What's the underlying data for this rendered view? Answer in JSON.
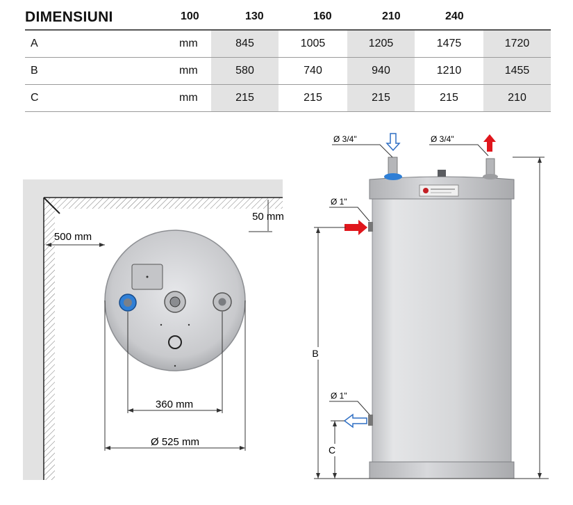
{
  "table": {
    "title": "DIMENSIUNI",
    "columns": [
      "100",
      "130",
      "160",
      "210",
      "240"
    ],
    "rows": [
      {
        "label": "A",
        "unit": "mm",
        "values": [
          "845",
          "1005",
          "1205",
          "1475",
          "1720"
        ]
      },
      {
        "label": "B",
        "unit": "mm",
        "values": [
          "580",
          "740",
          "940",
          "1210",
          "1455"
        ]
      },
      {
        "label": "C",
        "unit": "mm",
        "values": [
          "215",
          "215",
          "215",
          "215",
          "210"
        ]
      }
    ]
  },
  "top_view": {
    "wall_clearance": "500 mm",
    "ceiling_clearance": "50 mm",
    "connection_spacing": "360 mm",
    "diameter": "Ø 525 mm"
  },
  "side_view": {
    "cold_inlet": "Ø 3/4\"",
    "hot_outlet": "Ø 3/4\"",
    "coil_inlet": "Ø 1\"",
    "coil_outlet": "Ø 1\"",
    "dim_b": "B",
    "dim_c": "C"
  },
  "colors": {
    "hot": "#e0161c",
    "cold": "#2f6fc4",
    "tank": "#d2d3d6",
    "shade": "#e3e3e3"
  }
}
